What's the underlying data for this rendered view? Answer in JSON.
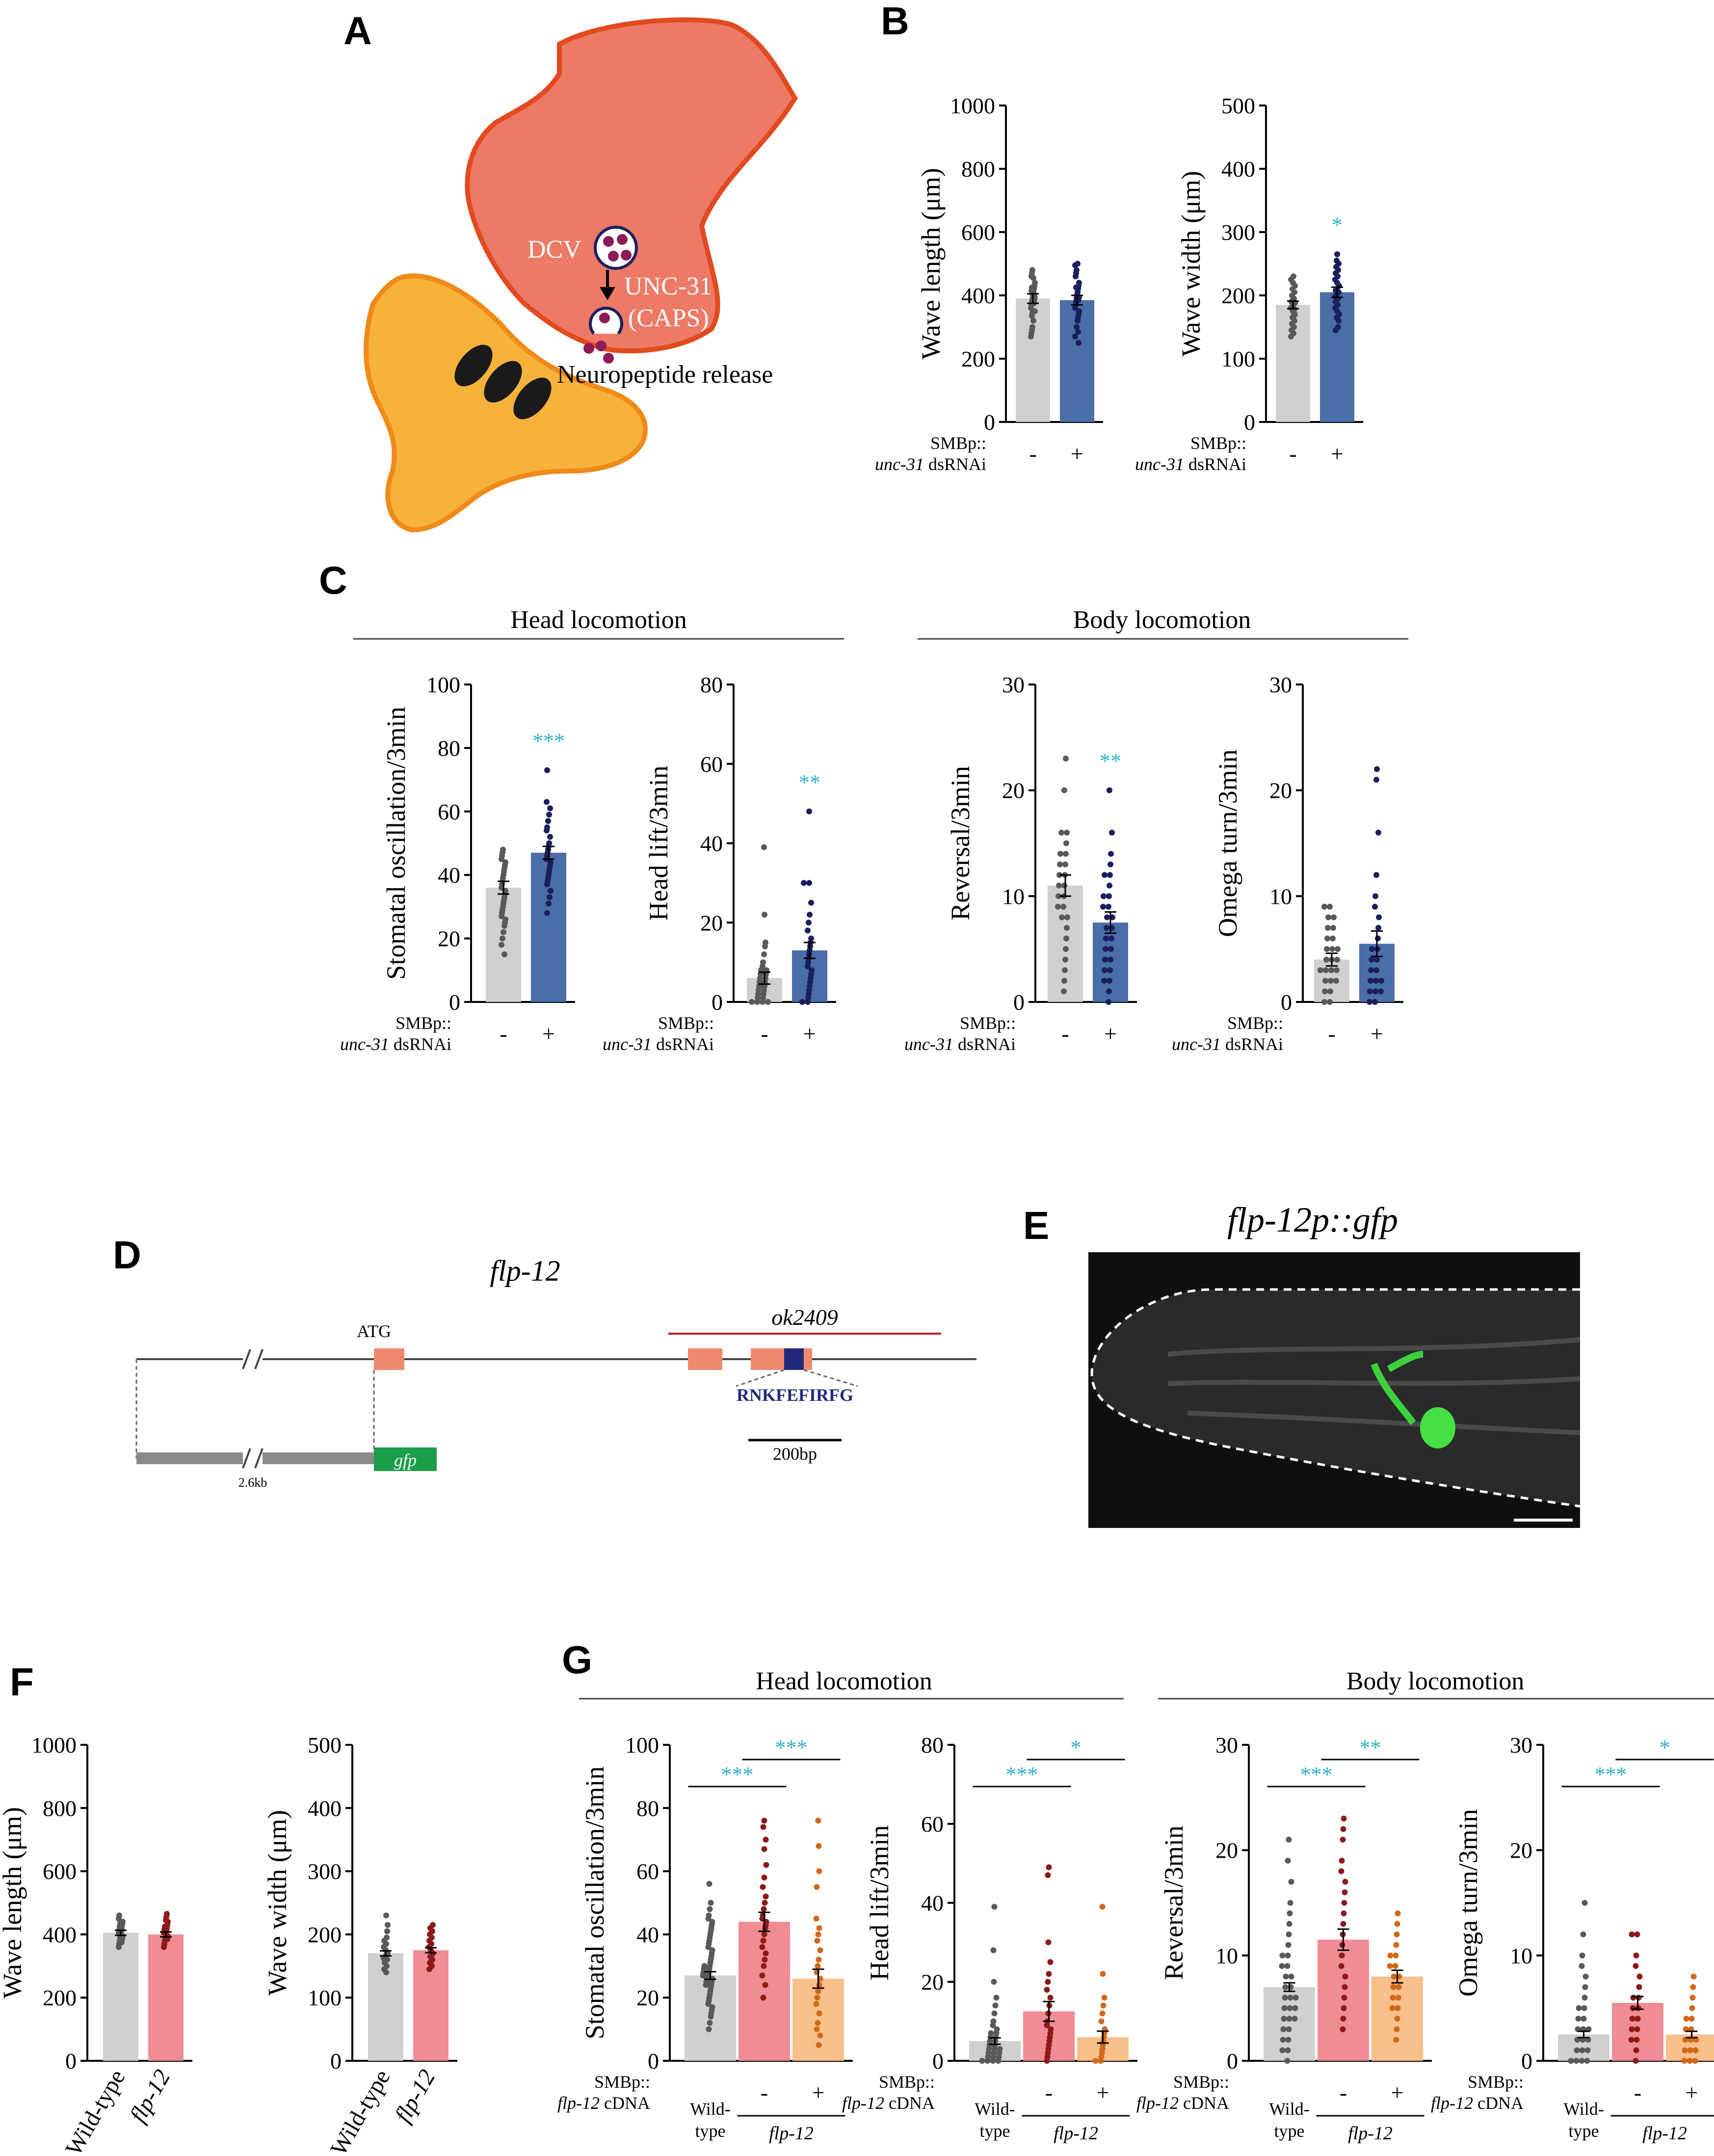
{
  "panel_labels": {
    "A": "A",
    "B": "B",
    "C": "C",
    "D": "D",
    "E": "E",
    "F": "F",
    "G": "G"
  },
  "colors": {
    "wt_grey": "#d0d0d0",
    "wt_dot": "#595959",
    "rnai_blue": "#4a6ea8",
    "rnai_dot": "#1b1f5e",
    "mut_pink": "#f08c94",
    "mut_dot": "#8c1a1a",
    "rescue_orange": "#f8c08a",
    "rescue_dot": "#d26818",
    "sig_cyan": "#2fb3c4",
    "neuron_red": "#ec7a66",
    "neuron_orange": "#f6b23a",
    "dcv_purple": "#8e1a58",
    "exon": "#f08a6e",
    "gfp_green": "#1a9e4a",
    "peptide_navy": "#1f2a7a"
  },
  "panelA": {
    "dcv": "DCV",
    "unc31": "UNC-31",
    "caps": "(CAPS)",
    "release": "Neuropeptide release"
  },
  "genotypes": {
    "smbp": "SMBp::",
    "unc31_gene": "unc-31",
    "dsrnai": " dsRNAi",
    "minus": "-",
    "plus": "+",
    "flp12_cdna_gene": "flp-12",
    "cdna": " cDNA",
    "wild": "Wild-",
    "type": "type",
    "wildtype": "Wild-type",
    "flp12": "flp-12"
  },
  "sections": {
    "head": "Head locomotion",
    "body": "Body locomotion"
  },
  "panelD": {
    "gene": "flp-12",
    "atg": "ATG",
    "allele": "ok2409",
    "peptide": "RNKFEFIRFG",
    "scale": "200bp",
    "promoter": "2.6kb",
    "reporter": "gfp"
  },
  "panelE": {
    "title_gene": "flp-12",
    "title_rest": "p::gfp"
  },
  "chart_data": [
    {
      "id": "B1",
      "type": "bar",
      "categories": [
        "-",
        "+"
      ],
      "ylabel": "Wave length (μm)",
      "ylim": [
        0,
        1000
      ],
      "yticks": [
        0,
        200,
        400,
        600,
        800,
        1000
      ],
      "values": [
        390,
        385
      ],
      "sem": [
        15,
        15
      ],
      "significance": [],
      "points": [
        [
          480,
          470,
          460,
          455,
          440,
          430,
          425,
          420,
          415,
          410,
          400,
          395,
          390,
          385,
          380,
          375,
          370,
          360,
          350,
          345,
          335,
          320,
          300,
          290,
          280,
          270
        ],
        [
          500,
          495,
          480,
          470,
          460,
          440,
          430,
          425,
          420,
          410,
          400,
          395,
          390,
          385,
          380,
          370,
          360,
          350,
          340,
          330,
          320,
          300,
          285,
          270,
          250
        ]
      ]
    },
    {
      "id": "B2",
      "type": "bar",
      "categories": [
        "-",
        "+"
      ],
      "ylabel": "Wave width (μm)",
      "ylim": [
        0,
        500
      ],
      "yticks": [
        0,
        100,
        200,
        300,
        400,
        500
      ],
      "values": [
        185,
        205
      ],
      "sem": [
        6,
        8
      ],
      "significance": [
        {
          "from": 0,
          "to": 1,
          "label": "*"
        }
      ],
      "points": [
        [
          230,
          225,
          220,
          215,
          210,
          205,
          200,
          195,
          192,
          190,
          188,
          185,
          182,
          180,
          178,
          175,
          170,
          168,
          165,
          160,
          155,
          150,
          145,
          140,
          135
        ],
        [
          265,
          255,
          250,
          245,
          240,
          235,
          230,
          225,
          220,
          215,
          210,
          208,
          205,
          200,
          198,
          195,
          190,
          185,
          180,
          175,
          170,
          165,
          160,
          150,
          145
        ]
      ]
    },
    {
      "id": "C1",
      "type": "bar",
      "categories": [
        "-",
        "+"
      ],
      "ylabel": "Stomatal oscillation/3min",
      "ylim": [
        0,
        100
      ],
      "yticks": [
        0,
        20,
        40,
        60,
        80,
        100
      ],
      "values": [
        36,
        47
      ],
      "sem": [
        2,
        2
      ],
      "significance": [
        {
          "from": 0,
          "to": 1,
          "label": "***"
        }
      ],
      "points": [
        [
          48,
          47,
          46,
          45,
          44,
          43,
          42,
          41,
          40,
          39,
          38,
          37,
          36,
          35,
          34,
          33,
          32,
          31,
          30,
          29,
          28,
          27,
          26,
          25,
          24,
          22,
          20,
          18,
          15
        ],
        [
          73,
          63,
          61,
          59,
          57,
          55,
          54,
          52,
          50,
          49,
          48,
          47,
          46,
          45,
          44,
          43,
          42,
          41,
          40,
          39,
          38,
          37,
          35,
          33,
          31,
          28
        ]
      ]
    },
    {
      "id": "C2",
      "type": "bar",
      "categories": [
        "-",
        "+"
      ],
      "ylabel": "Head lift/3min",
      "ylim": [
        0,
        80
      ],
      "yticks": [
        0,
        20,
        40,
        60,
        80
      ],
      "values": [
        6,
        13
      ],
      "sem": [
        1.5,
        2
      ],
      "significance": [
        {
          "from": 0,
          "to": 1,
          "label": "**"
        }
      ],
      "points": [
        [
          39,
          22,
          15,
          14,
          12,
          10,
          9,
          8,
          8,
          7,
          7,
          6,
          6,
          5,
          5,
          4,
          4,
          3,
          3,
          2,
          2,
          1,
          1,
          0,
          0,
          0,
          0
        ],
        [
          48,
          30,
          30,
          25,
          22,
          20,
          18,
          16,
          15,
          14,
          13,
          12,
          11,
          10,
          9,
          8,
          7,
          6,
          5,
          4,
          3,
          2,
          1,
          0,
          0
        ]
      ]
    },
    {
      "id": "C3",
      "type": "bar",
      "categories": [
        "-",
        "+"
      ],
      "ylabel": "Reversal/3min",
      "ylim": [
        0,
        30
      ],
      "yticks": [
        0,
        10,
        20,
        30
      ],
      "values": [
        11,
        7.5
      ],
      "sem": [
        1,
        1
      ],
      "significance": [
        {
          "from": 0,
          "to": 1,
          "label": "**"
        }
      ],
      "points": [
        [
          23,
          20,
          16,
          16,
          15,
          14,
          14,
          13,
          13,
          12,
          12,
          11,
          11,
          10,
          10,
          9,
          9,
          8,
          8,
          7,
          6,
          5,
          4,
          3,
          2,
          1
        ],
        [
          20,
          16,
          14,
          13,
          12,
          12,
          11,
          10,
          10,
          9,
          9,
          8,
          8,
          7,
          7,
          6,
          6,
          5,
          5,
          4,
          4,
          3,
          3,
          2,
          2,
          1,
          0
        ]
      ]
    },
    {
      "id": "C4",
      "type": "bar",
      "categories": [
        "-",
        "+"
      ],
      "ylabel": "Omega turn/3min",
      "ylim": [
        0,
        30
      ],
      "yticks": [
        0,
        10,
        20,
        30
      ],
      "values": [
        4,
        5.5
      ],
      "sem": [
        0.6,
        1.2
      ],
      "significance": [],
      "points": [
        [
          9,
          9,
          8,
          8,
          7,
          7,
          6,
          6,
          5,
          5,
          5,
          4,
          4,
          4,
          3,
          3,
          3,
          3,
          2,
          2,
          2,
          1,
          1,
          0,
          0
        ],
        [
          22,
          21,
          16,
          12,
          10,
          9,
          8,
          7,
          6,
          5,
          5,
          4,
          4,
          3,
          3,
          2,
          2,
          2,
          1,
          1,
          1,
          0,
          0
        ]
      ]
    },
    {
      "id": "F1",
      "type": "bar",
      "categories": [
        "Wild-type",
        "flp-12"
      ],
      "ylabel": "Wave length (μm)",
      "ylim": [
        0,
        1000
      ],
      "yticks": [
        0,
        200,
        400,
        600,
        800,
        1000
      ],
      "values": [
        405,
        400
      ],
      "sem": [
        8,
        8
      ],
      "significance": [],
      "points": [
        [
          460,
          450,
          440,
          435,
          430,
          425,
          420,
          415,
          410,
          405,
          400,
          395,
          390,
          385,
          380,
          375,
          370,
          360
        ],
        [
          465,
          455,
          445,
          440,
          430,
          425,
          420,
          415,
          410,
          405,
          400,
          395,
          390,
          385,
          380,
          370,
          360
        ]
      ]
    },
    {
      "id": "F2",
      "type": "bar",
      "categories": [
        "Wild-type",
        "flp-12"
      ],
      "ylabel": "Wave width (μm)",
      "ylim": [
        0,
        500
      ],
      "yticks": [
        0,
        100,
        200,
        300,
        400,
        500
      ],
      "values": [
        170,
        175
      ],
      "sem": [
        4,
        4
      ],
      "significance": [],
      "points": [
        [
          230,
          215,
          205,
          195,
          190,
          185,
          180,
          175,
          170,
          168,
          165,
          162,
          160,
          155,
          150,
          145,
          140
        ],
        [
          215,
          210,
          205,
          200,
          195,
          190,
          185,
          180,
          175,
          170,
          168,
          165,
          160,
          158,
          155,
          150,
          145
        ]
      ]
    },
    {
      "id": "G1",
      "type": "bar",
      "groups": [
        "Wild-type",
        "flp-12 -",
        "flp-12 +"
      ],
      "ylabel": "Stomatal oscillation/3min",
      "ylim": [
        0,
        100
      ],
      "yticks": [
        0,
        20,
        40,
        60,
        80,
        100
      ],
      "values": [
        27,
        44,
        26
      ],
      "sem": [
        1.2,
        3,
        3
      ],
      "significance": [
        {
          "from": 0,
          "to": 1,
          "label": "***"
        },
        {
          "from": 1,
          "to": 2,
          "label": "***"
        }
      ],
      "points": [
        [
          56,
          50,
          48,
          46,
          45,
          44,
          43,
          42,
          41,
          40,
          39,
          38,
          37,
          36,
          35,
          34,
          33,
          32,
          31,
          30,
          30,
          29,
          29,
          28,
          28,
          27,
          27,
          26,
          26,
          25,
          25,
          24,
          24,
          23,
          22,
          21,
          20,
          19,
          18,
          17,
          16,
          15,
          14,
          12,
          10
        ],
        [
          76,
          74,
          70,
          67,
          62,
          58,
          55,
          52,
          50,
          48,
          46,
          45,
          44,
          43,
          42,
          40,
          38,
          36,
          34,
          32,
          30,
          27,
          24,
          20
        ],
        [
          76,
          68,
          60,
          55,
          45,
          42,
          40,
          38,
          35,
          32,
          30,
          28,
          26,
          24,
          22,
          20,
          18,
          15,
          12,
          10,
          8,
          5
        ]
      ]
    },
    {
      "id": "G2",
      "type": "bar",
      "groups": [
        "Wild-type",
        "flp-12 -",
        "flp-12 +"
      ],
      "ylabel": "Head lift/3min",
      "ylim": [
        0,
        80
      ],
      "yticks": [
        0,
        20,
        40,
        60,
        80
      ],
      "values": [
        5,
        12.5,
        6
      ],
      "sem": [
        0.8,
        2.5,
        1.5
      ],
      "significance": [
        {
          "from": 0,
          "to": 1,
          "label": "***"
        },
        {
          "from": 1,
          "to": 2,
          "label": "*"
        }
      ],
      "points": [
        [
          39,
          28,
          20,
          16,
          14,
          12,
          10,
          9,
          8,
          7,
          7,
          6,
          6,
          5,
          5,
          4,
          4,
          3,
          3,
          3,
          2,
          2,
          2,
          1,
          1,
          1,
          0,
          0,
          0,
          0
        ],
        [
          49,
          47,
          30,
          25,
          22,
          20,
          18,
          16,
          14,
          12,
          10,
          9,
          8,
          7,
          6,
          5,
          4,
          3,
          2,
          1,
          0
        ],
        [
          39,
          22,
          16,
          14,
          12,
          10,
          8,
          7,
          6,
          5,
          4,
          3,
          2,
          1,
          0,
          0
        ]
      ]
    },
    {
      "id": "G3",
      "type": "bar",
      "groups": [
        "Wild-type",
        "flp-12 -",
        "flp-12 +"
      ],
      "ylabel": "Reversal/3min",
      "ylim": [
        0,
        30
      ],
      "yticks": [
        0,
        10,
        20,
        30
      ],
      "values": [
        7,
        11.5,
        8
      ],
      "sem": [
        0.4,
        1,
        0.6
      ],
      "significance": [
        {
          "from": 0,
          "to": 1,
          "label": "***"
        },
        {
          "from": 1,
          "to": 2,
          "label": "**"
        }
      ],
      "points": [
        [
          21,
          19,
          17,
          15,
          14,
          13,
          12,
          11,
          10,
          10,
          9,
          9,
          8,
          8,
          7,
          7,
          6,
          6,
          6,
          5,
          5,
          5,
          4,
          4,
          4,
          3,
          3,
          2,
          2,
          1,
          1,
          0
        ],
        [
          23,
          22,
          21,
          19,
          18,
          17,
          16,
          15,
          14,
          13,
          12,
          11,
          10,
          9,
          8,
          7,
          6,
          5,
          4,
          3
        ],
        [
          14,
          13,
          12,
          11,
          10,
          10,
          9,
          9,
          8,
          8,
          7,
          7,
          6,
          6,
          5,
          5,
          4,
          3,
          2
        ]
      ]
    },
    {
      "id": "G4",
      "type": "bar",
      "groups": [
        "Wild-type",
        "flp-12 -",
        "flp-12 +"
      ],
      "ylabel": "Omega turn/3min",
      "ylim": [
        0,
        30
      ],
      "yticks": [
        0,
        10,
        20,
        30
      ],
      "values": [
        2.5,
        5.5,
        2.5
      ],
      "sem": [
        0.3,
        0.6,
        0.3
      ],
      "significance": [
        {
          "from": 0,
          "to": 1,
          "label": "***"
        },
        {
          "from": 1,
          "to": 2,
          "label": "*"
        }
      ],
      "points": [
        [
          15,
          12,
          10,
          9,
          8,
          7,
          6,
          5,
          5,
          4,
          4,
          3,
          3,
          3,
          2,
          2,
          2,
          1,
          1,
          1,
          0,
          0,
          0,
          0
        ],
        [
          12,
          12,
          10,
          9,
          8,
          7,
          6,
          6,
          5,
          5,
          4,
          4,
          3,
          3,
          2,
          2,
          1,
          0
        ],
        [
          8,
          7,
          6,
          5,
          4,
          4,
          3,
          3,
          2,
          2,
          2,
          1,
          1,
          1,
          0,
          0,
          0
        ]
      ]
    }
  ]
}
